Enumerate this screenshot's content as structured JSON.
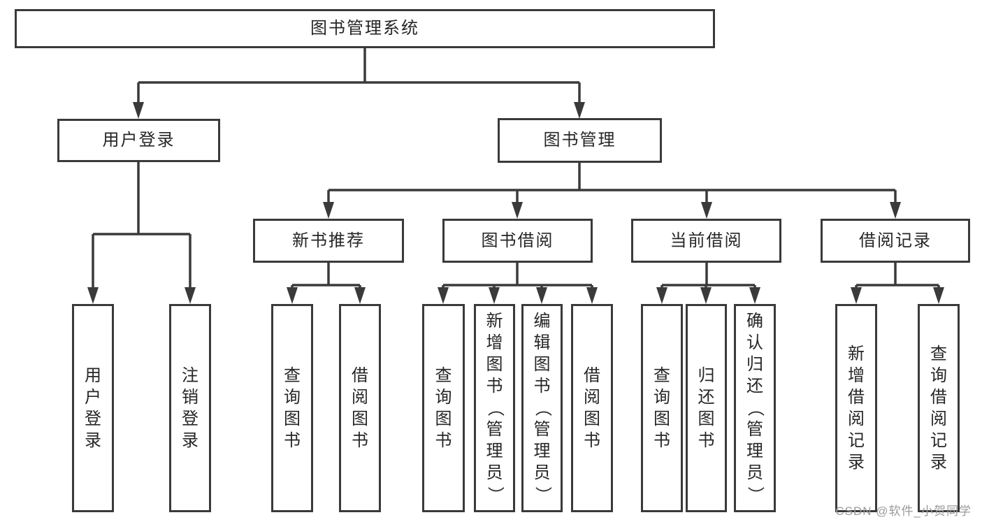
{
  "diagram": {
    "tree": {
      "label": "图书管理系统",
      "children": [
        {
          "label": "用户登录",
          "children": [
            {
              "label": "用户登录"
            },
            {
              "label": "注销登录"
            }
          ]
        },
        {
          "label": "图书管理",
          "children": [
            {
              "label": "新书推荐",
              "children": [
                {
                  "label": "查询图书"
                },
                {
                  "label": "借阅图书"
                }
              ]
            },
            {
              "label": "图书借阅",
              "children": [
                {
                  "label": "查询图书"
                },
                {
                  "label": "新增图书（管理员）"
                },
                {
                  "label": "编辑图书（管理员）"
                },
                {
                  "label": "借阅图书"
                }
              ]
            },
            {
              "label": "当前借阅",
              "children": [
                {
                  "label": "查询图书"
                },
                {
                  "label": "归还图书"
                },
                {
                  "label": "确认归还（管理员）"
                }
              ]
            },
            {
              "label": "借阅记录",
              "children": [
                {
                  "label": "新增借阅记录"
                },
                {
                  "label": "查询借阅记录"
                }
              ]
            }
          ]
        }
      ]
    },
    "colors": {
      "line": "#3a3a3a",
      "box_border": "#3a3a3a",
      "text": "#262626",
      "background": "#ffffff",
      "watermark_text_color": "#9a9a9a"
    }
  },
  "watermark": "CSDN @软件_小贺同学"
}
